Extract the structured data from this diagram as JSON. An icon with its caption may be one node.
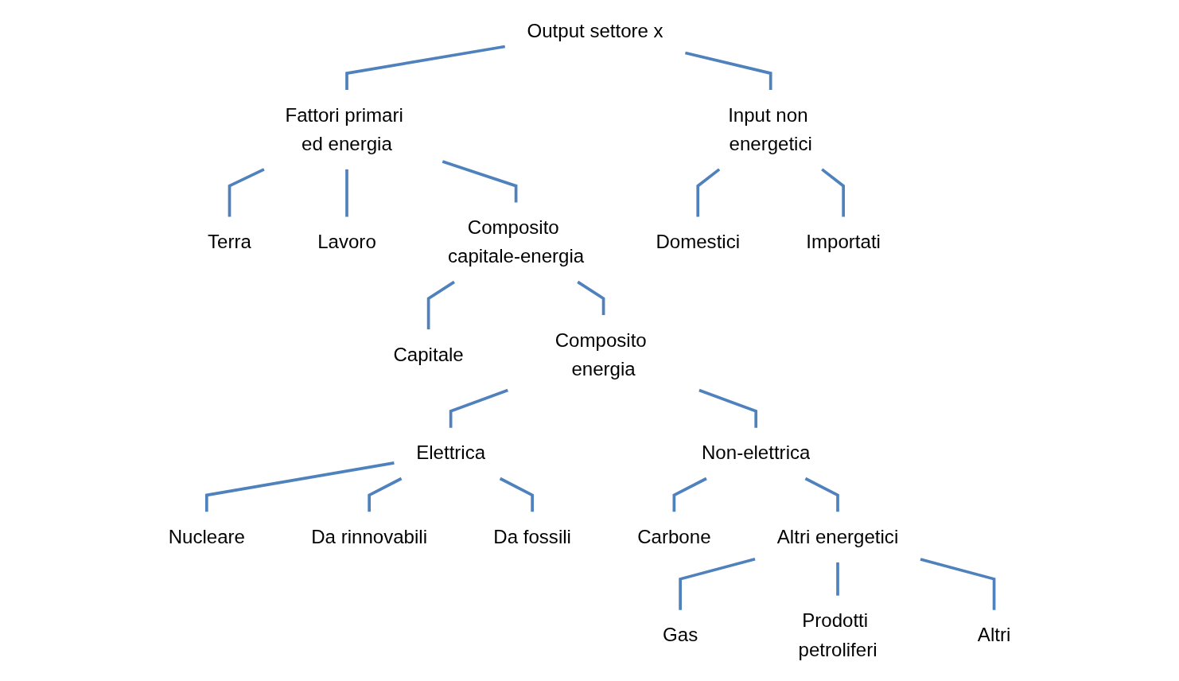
{
  "diagram": {
    "nodes": [
      {
        "text": [
          "Output settore x"
        ]
      },
      {
        "text": [
          "Fattori primari ed energia"
        ]
      },
      {
        "text": [
          "Input non energetici"
        ]
      },
      {
        "text": [
          "Terra"
        ]
      },
      {
        "text": [
          "Lavoro"
        ]
      },
      {
        "text": [
          "Composito capitale-energia"
        ]
      },
      {
        "text": [
          "Domestici"
        ]
      },
      {
        "text": [
          "Importati"
        ]
      },
      {
        "text": [
          "Capitale"
        ]
      },
      {
        "text": [
          "Composito energia"
        ]
      },
      {
        "text": [
          "Elettrica"
        ]
      },
      {
        "text": [
          "Non-elettrica"
        ]
      },
      {
        "text": [
          "Nucleare"
        ]
      },
      {
        "text": [
          "Da rinnovabili"
        ]
      },
      {
        "text": [
          "Da fossili"
        ]
      },
      {
        "text": [
          "Carbone"
        ]
      },
      {
        "text": [
          "Altri energetici"
        ]
      },
      {
        "text": [
          "Gas"
        ]
      },
      {
        "text": [
          "Prodotti petroliferi"
        ]
      },
      {
        "text": [
          "Altri"
        ]
      }
    ],
    "edges": [
      {
        "from": 0,
        "to": 1,
        "arrow": "none"
      },
      {
        "from": 0,
        "to": 2,
        "arrow": "none"
      },
      {
        "from": 1,
        "to": 3,
        "arrow": "none"
      },
      {
        "from": 1,
        "to": 4,
        "arrow": "none"
      },
      {
        "from": 1,
        "to": 5,
        "arrow": "none"
      },
      {
        "from": 2,
        "to": 6,
        "arrow": "none"
      },
      {
        "from": 2,
        "to": 7,
        "arrow": "none"
      },
      {
        "from": 5,
        "to": 8,
        "arrow": "none"
      },
      {
        "from": 5,
        "to": 9,
        "arrow": "none"
      },
      {
        "from": 9,
        "to": 10,
        "arrow": "none"
      },
      {
        "from": 9,
        "to": 11,
        "arrow": "none"
      },
      {
        "from": 10,
        "to": 12,
        "arrow": "none"
      },
      {
        "from": 10,
        "to": 13,
        "arrow": "none"
      },
      {
        "from": 10,
        "to": 14,
        "arrow": "none"
      },
      {
        "from": 11,
        "to": 15,
        "arrow": "none"
      },
      {
        "from": 11,
        "to": 16,
        "arrow": "none"
      },
      {
        "from": 16,
        "to": 17,
        "arrow": "none"
      },
      {
        "from": 16,
        "to": 18,
        "arrow": "none"
      },
      {
        "from": 16,
        "to": 19,
        "arrow": "none"
      }
    ]
  }
}
